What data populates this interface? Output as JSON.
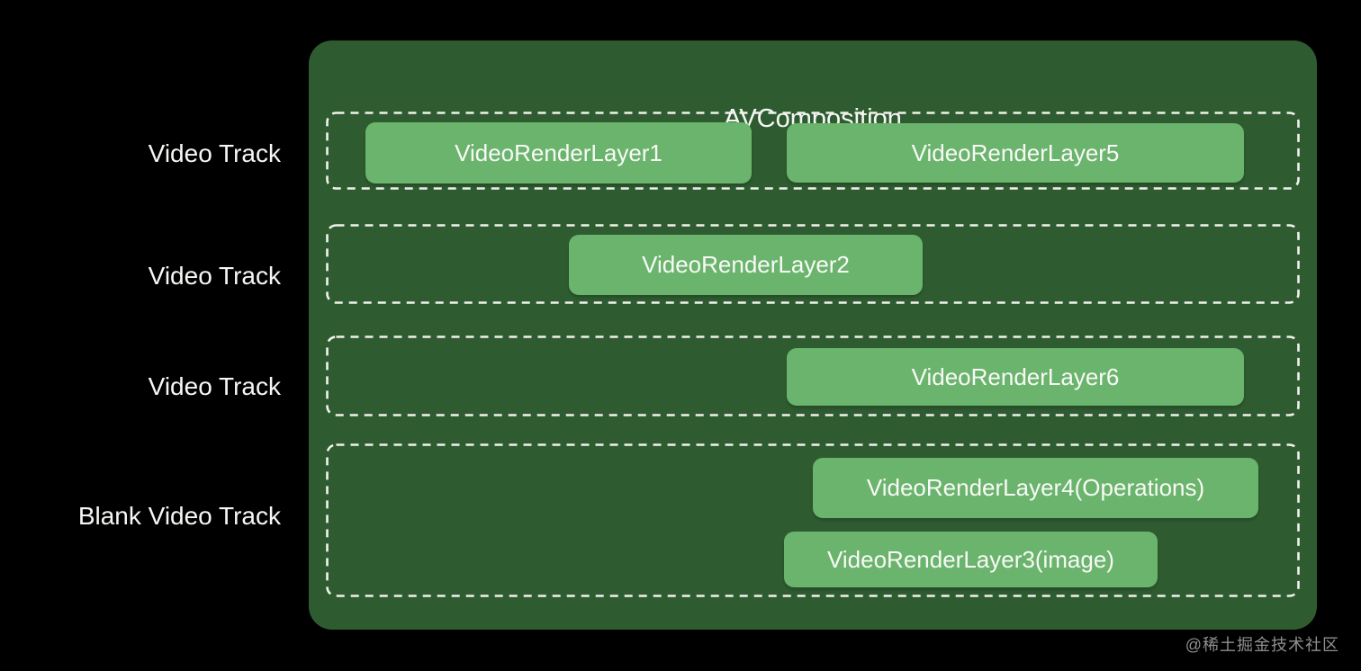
{
  "page": {
    "background_color": "#000000",
    "watermark": "@稀土掘金技术社区"
  },
  "diagram": {
    "title": "AVComposition",
    "container_color": "#2e5c30",
    "layer_color": "#6bb46d",
    "dash_border_color": "#f1f2ec",
    "text_color": "#f8faf6",
    "tracks": [
      {
        "label": "Video Track",
        "layers": [
          {
            "name": "VideoRenderLayer1"
          },
          {
            "name": "VideoRenderLayer5"
          }
        ]
      },
      {
        "label": "Video Track",
        "layers": [
          {
            "name": "VideoRenderLayer2"
          }
        ]
      },
      {
        "label": "Video Track",
        "layers": [
          {
            "name": "VideoRenderLayer6"
          }
        ]
      },
      {
        "label": "Blank Video Track",
        "layers": [
          {
            "name": "VideoRenderLayer4(Operations)"
          },
          {
            "name": "VideoRenderLayer3(image)"
          }
        ]
      }
    ]
  }
}
